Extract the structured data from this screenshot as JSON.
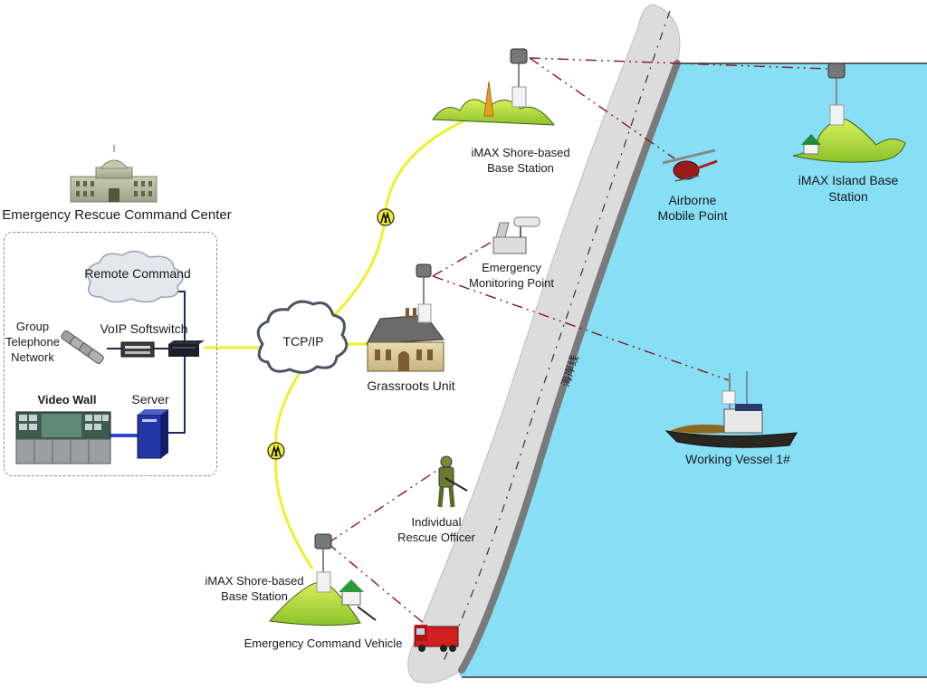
{
  "diagram": {
    "type": "network-topology",
    "colors": {
      "sea": "#86dff5",
      "shore": "#d9d9d9",
      "shore_edge": "#7a7a7a",
      "backbone_link": "#f2ee2a",
      "wireless_link": "#8b1a1a",
      "wired_link": "#1f2a5c"
    },
    "command_center": {
      "title": "Emergency Rescue Command Center",
      "remote_command": "Remote Command",
      "voip_softswitch": "VoIP Softswitch",
      "group_telephone": [
        "Group",
        "Telephone",
        "Network"
      ],
      "video_wall": "Video Wall",
      "server": "Server"
    },
    "network_core": {
      "label": "TCP/IP"
    },
    "nodes": {
      "grassroots_unit": "Grassroots Unit",
      "shore_station_top": [
        "iMAX Shore-based",
        "Base Station"
      ],
      "shore_station_bottom": [
        "iMAX Shore-based",
        "Base Station"
      ],
      "monitoring_point": [
        "Emergency",
        "Monitoring Point"
      ],
      "airborne_point": [
        "Airborne",
        "Mobile Point"
      ],
      "island_station": [
        "iMAX Island Base",
        "Station"
      ],
      "working_vessel": "Working Vessel 1#",
      "rescue_officer": [
        "Individual",
        "Rescue Officer"
      ],
      "command_vehicle": "Emergency Command Vehicle"
    },
    "shoreline_label": "海岸线"
  }
}
